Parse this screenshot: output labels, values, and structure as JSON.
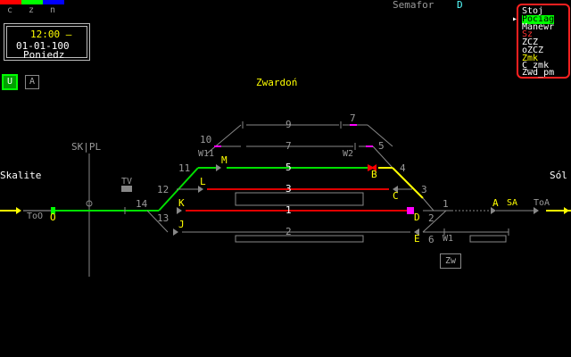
{
  "legend": {
    "labels": [
      "c",
      "z",
      "n"
    ],
    "colors": [
      "#ff0000",
      "#00ff00",
      "#0000ff"
    ]
  },
  "clock": {
    "time": "12:00 —",
    "date": "01-01-100",
    "day": "Poniedz"
  },
  "mode_buttons": {
    "active": "U",
    "inactive": "A"
  },
  "header": {
    "semafor_label": "Semafor",
    "semafor_value": "D"
  },
  "menu": {
    "pointer": "▸",
    "items": [
      {
        "label": "Stoj",
        "color": "#ffffff",
        "bg": "#000000"
      },
      {
        "label": "Pociag",
        "color": "#000000",
        "bg": "#00ff00"
      },
      {
        "label": "Manewr",
        "color": "#ffffff",
        "bg": "#000000"
      },
      {
        "label": "Sz",
        "color": "#ff3030",
        "bg": "#000000"
      },
      {
        "label": "ZCZ",
        "color": "#ffffff",
        "bg": "#000000"
      },
      {
        "label": "oZCZ",
        "color": "#ffffff",
        "bg": "#000000"
      },
      {
        "label": "Zmk",
        "color": "#ffff00",
        "bg": "#000000"
      },
      {
        "label": "C_zmk",
        "color": "#ffffff",
        "bg": "#000000"
      },
      {
        "label": "Zwd_pm",
        "color": "#ffffff",
        "bg": "#000000"
      }
    ]
  },
  "stations": {
    "center": "Zwardoń",
    "left": "Skalite",
    "right": "Sól",
    "post": "SK|PL"
  },
  "tracks": {
    "t9": "9",
    "t7": "7",
    "t5": "5",
    "t3": "3",
    "t1": "1",
    "t2": "2"
  },
  "switches": {
    "s10": "10",
    "s11": "11",
    "s12": "12",
    "s13": "13",
    "s14": "14",
    "s7": "7",
    "s5": "5",
    "s4": "4",
    "s3": "3",
    "s1": "1",
    "s2": "2",
    "s6": "6",
    "w11": "W11",
    "w2": "W2",
    "w1": "W1"
  },
  "signals": {
    "m": "M",
    "l": "L",
    "k": "K",
    "j": "J",
    "b": "B",
    "c": "C",
    "d": "D",
    "e": "E",
    "o": "O",
    "to": "ToO",
    "a": "A",
    "sa": "SA",
    "toa": "ToA",
    "tv": "TV"
  },
  "zw_button": "Zw"
}
